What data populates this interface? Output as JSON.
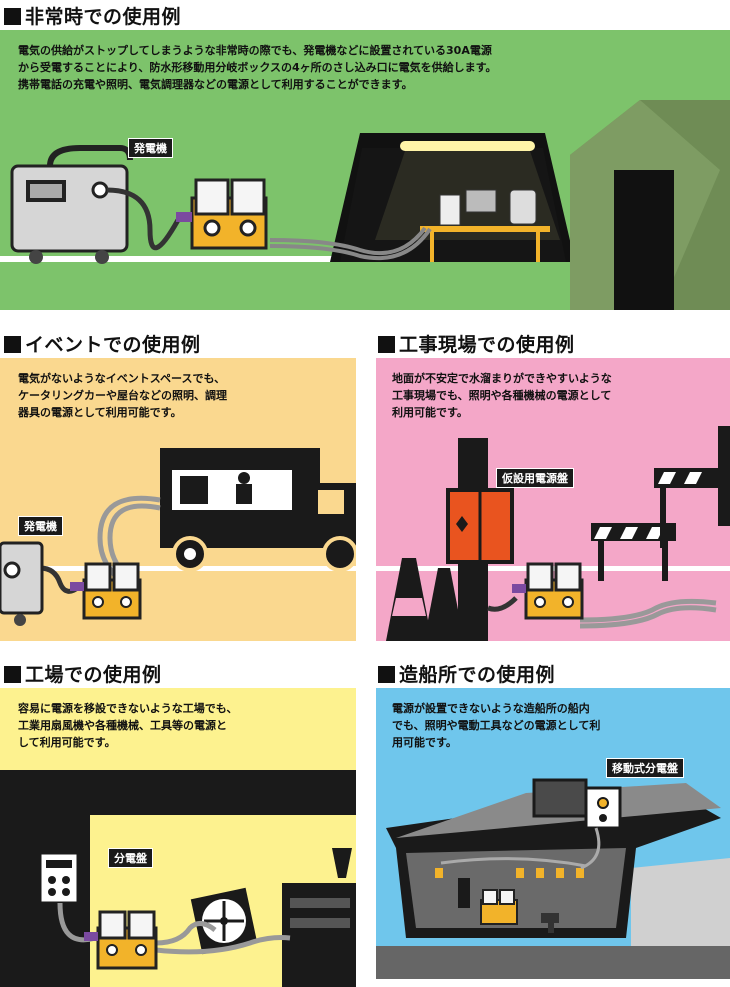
{
  "colors": {
    "green": "#7dc36b",
    "tent": "#6f8c55",
    "orange_panel": "#fad88f",
    "pink": "#f4a7c8",
    "yellow": "#fdf28f",
    "blue": "#6fc6ec",
    "dark": "#1a1a1a",
    "box_yellow": "#f2b32a",
    "breaker_red": "#e9541f",
    "purple_plug": "#7b4aa0"
  },
  "sections": {
    "emergency": {
      "title": "非常時での使用例",
      "text": "電気の供給がストップしてしまうような非常時の際でも、発電機などに設置されている30A電源\nから受電することにより、防水形移動用分岐ボックスの4ヶ所のさし込み口に電気を供給します。\n携帯電話の充電や照明、電気調理器などの電源として利用することができます。",
      "label": "発電機"
    },
    "event": {
      "title": "イベントでの使用例",
      "text": "電気がないようなイベントスペースでも、\nケータリングカーや屋台などの照明、調理\n器具の電源として利用可能です。",
      "label": "発電機"
    },
    "construction": {
      "title": "工事現場での使用例",
      "text": "地面が不安定で水溜まりができやすいような\n工事現場でも、照明や各種機械の電源として\n利用可能です。",
      "label": "仮設用電源盤"
    },
    "factory": {
      "title": "工場での使用例",
      "text": "容易に電源を移設できないような工場でも、\n工業用扇風機や各種機械、工具等の電源と\nして利用可能です。",
      "label": "分電盤"
    },
    "shipyard": {
      "title": "造船所での使用例",
      "text": "電源が設置できないような造船所の船内\nでも、照明や電動工具などの電源として利\n用可能です。",
      "label": "移動式分電盤"
    }
  }
}
